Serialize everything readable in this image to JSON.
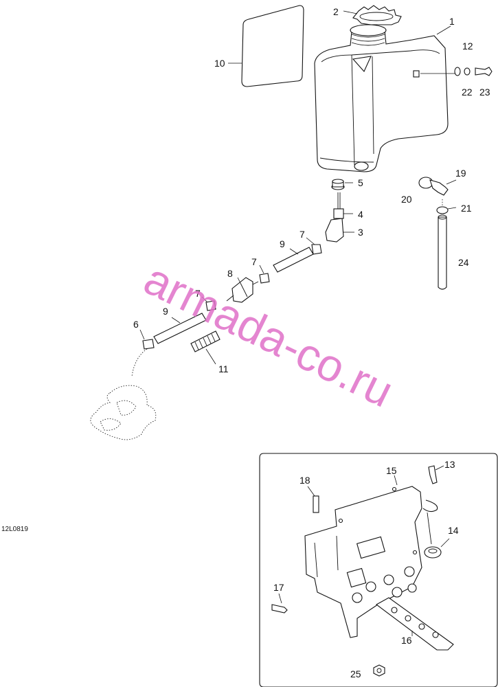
{
  "drawing_code": "12L0819",
  "watermark": "armada-co.ru",
  "callouts": {
    "c1": "1",
    "c2": "2",
    "c3": "3",
    "c4": "4",
    "c5": "5",
    "c6": "6",
    "c7a": "7",
    "c7b": "7",
    "c7c": "7",
    "c8": "8",
    "c9a": "9",
    "c9b": "9",
    "c10": "10",
    "c11": "11",
    "c12": "12",
    "c13": "13",
    "c14": "14",
    "c15": "15",
    "c16": "16",
    "c17": "17",
    "c18": "18",
    "c19": "19",
    "c20": "20",
    "c21": "21",
    "c22": "22",
    "c23": "23",
    "c24": "24",
    "c25": "25"
  }
}
